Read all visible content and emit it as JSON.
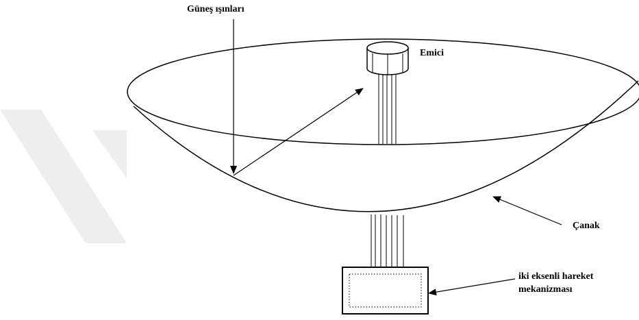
{
  "labels": {
    "sun_rays": "Güneş ışınları",
    "absorber": "Emici",
    "dish": "Çanak",
    "mechanism_line1": "iki eksenli hareket",
    "mechanism_line2": "mekanizması"
  }
}
